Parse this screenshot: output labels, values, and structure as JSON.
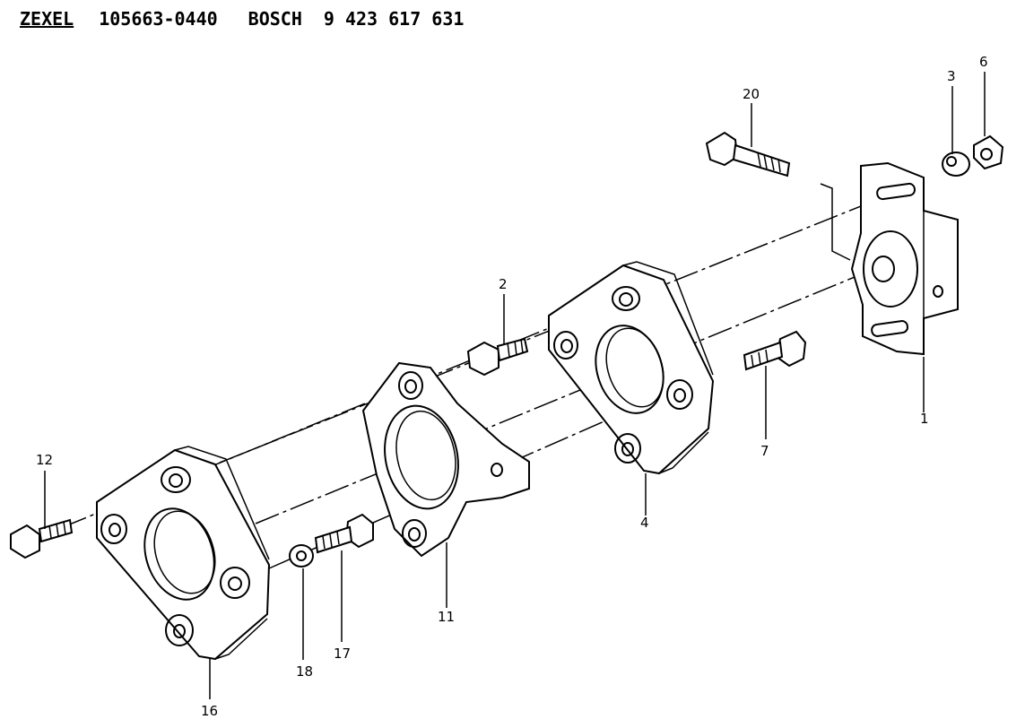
{
  "header": {
    "brand_1": "ZEXEL",
    "part_number_1": "105663-0440",
    "brand_2": "BOSCH",
    "part_number_2": "9 423 617 631"
  },
  "callouts": {
    "c1": "1",
    "c2": "2",
    "c3": "3",
    "c4": "4",
    "c6": "6",
    "c7": "7",
    "c11": "11",
    "c12": "12",
    "c16": "16",
    "c17": "17",
    "c18": "18",
    "c20": "20"
  }
}
